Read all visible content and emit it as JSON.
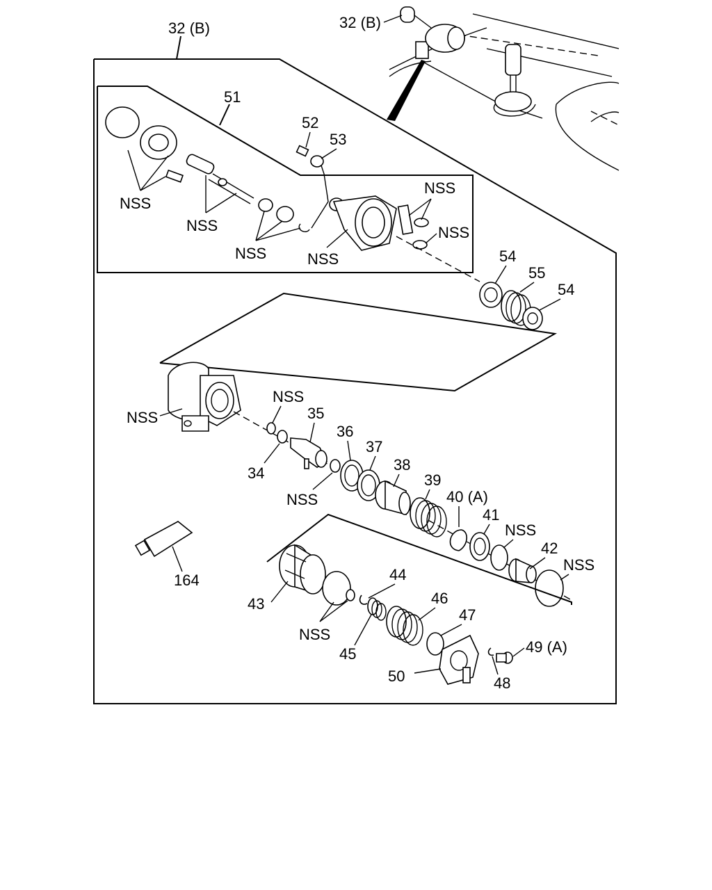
{
  "labels": {
    "l32b_top": "32 (B)",
    "l32b_inset": "32 (B)",
    "l51": "51",
    "l52": "52",
    "l53": "53",
    "l54a": "54",
    "l55": "55",
    "l54b": "54",
    "l35": "35",
    "l34": "34",
    "l36": "36",
    "l37": "37",
    "l38": "38",
    "l39": "39",
    "l40a": "40 (A)",
    "l41": "41",
    "l42": "42",
    "l43": "43",
    "l44": "44",
    "l45": "45",
    "l46": "46",
    "l47": "47",
    "l48": "48",
    "l49a": "49 (A)",
    "l50": "50",
    "l164": "164",
    "nss": "NSS"
  }
}
